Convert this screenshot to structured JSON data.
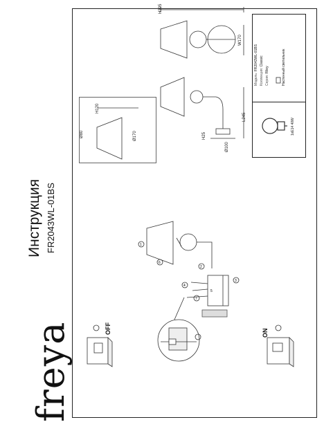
{
  "brand": "freya",
  "title": "Инструкция",
  "model_code": "FR2043WL-01BS",
  "spec": {
    "model_label": "Модель:",
    "model_value": "FR2043WL-01BS",
    "collection_label": "Коллекция:",
    "collection_value": "Classic",
    "series_label": "Серия:",
    "series_value": "Riley",
    "type_value": "Настенный светильник",
    "bulb": "1xE14 40W"
  },
  "dims": {
    "h305": "H305",
    "w170": "W170",
    "l245": "L245",
    "h25": "H25",
    "d100": "Ø100",
    "h120": "H120",
    "d80": "Ø80",
    "d170": "Ø170"
  },
  "switches": {
    "off": "OFF",
    "on": "ON"
  },
  "steps": [
    "1",
    "2",
    "3",
    "4",
    "5",
    "6",
    "7"
  ]
}
